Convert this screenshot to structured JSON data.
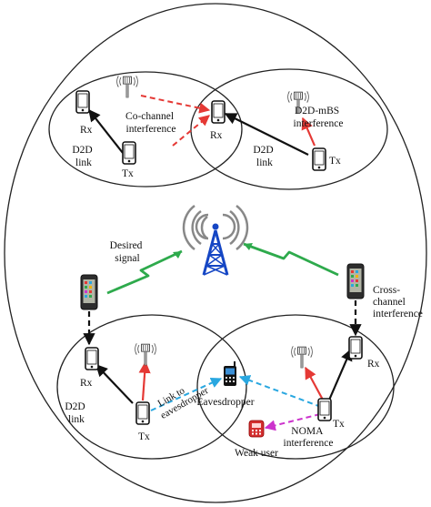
{
  "labels": {
    "co_channel": [
      "Co-channel",
      "interference"
    ],
    "d2d_mbs": [
      "D2D-mBS",
      "interference"
    ],
    "rx_tl": "Rx",
    "rx_tm": "Rx",
    "tx_tl": "Tx",
    "tx_tr": "Tx",
    "d2d_link_tl": [
      "D2D",
      "link"
    ],
    "d2d_link_tm": [
      "D2D",
      "link"
    ],
    "desired_signal": [
      "Desired",
      "signal"
    ],
    "cross_channel": [
      "Cross-",
      "channel",
      "interference"
    ],
    "rx_bl": "Rx",
    "rx_br": "Rx",
    "tx_bl": "Tx",
    "tx_br": "Tx",
    "d2d_link_bl": [
      "D2D",
      "link"
    ],
    "link_to_eavesdropper": [
      "Link to",
      "eavesdropper"
    ],
    "eavesdropper": "Eavesdropper",
    "weak_user": "Weak user",
    "noma": [
      "NOMA",
      "interference"
    ]
  },
  "colors": {
    "d2d_link": "#111111",
    "mbs_interference": "#e53935",
    "co_channel_interference": "#e53935",
    "desired_signal": "#2eaa4c",
    "cellular_link": "#111111",
    "eavesdropper_link": "#29a7e0",
    "noma_interference": "#cc33cc",
    "tower": "#1546c4"
  },
  "icons": [
    "phone-icon",
    "small-cell-antenna-icon",
    "macro-base-station-icon",
    "lte-phone-icon",
    "eavesdropper-phone-icon",
    "weak-user-phone-icon"
  ]
}
